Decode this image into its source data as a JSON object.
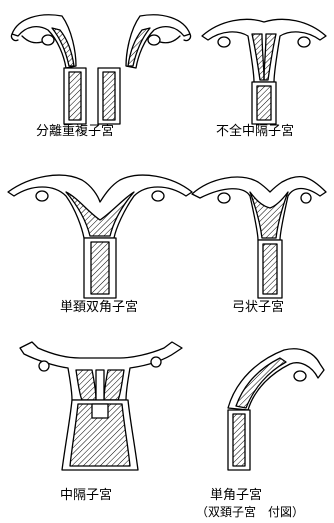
{
  "panels": [
    {
      "id": "separate-duplicated-uterus",
      "label": "分離重複子宮"
    },
    {
      "id": "incomplete-septate-uterus",
      "label": "不全中隔子宮"
    },
    {
      "id": "unicollis-bicornuate-uterus",
      "label": "単頚双角子宮"
    },
    {
      "id": "arcuate-uterus",
      "label": "弓状子宮"
    },
    {
      "id": "septate-uterus",
      "label": "中隔子宮"
    },
    {
      "id": "unicornuate-uterus",
      "label": "単角子宮"
    }
  ],
  "footnote": "（双頚子宮　付図）",
  "colors": {
    "stroke": "#000000",
    "background": "#ffffff",
    "hatch": "#000000"
  }
}
